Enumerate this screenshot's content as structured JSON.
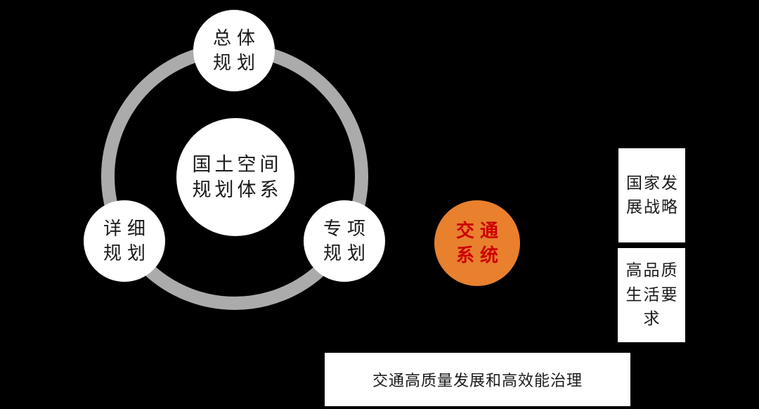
{
  "canvas": {
    "background_color": "#000000"
  },
  "diagram": {
    "planning_ring": {
      "ring_color": "#ABABAB",
      "center_node": {
        "label": "国土空间规划体系"
      },
      "satellites": [
        {
          "id": "master-plan",
          "label": "总体规划"
        },
        {
          "id": "detailed-plan",
          "label": "详细规划"
        },
        {
          "id": "special-plan",
          "label": "专项规划"
        }
      ]
    },
    "transport_node": {
      "label": "交通系统",
      "fill_color": "#E8802E",
      "text_color": "#CC0000"
    },
    "right_boxes": [
      {
        "id": "national-strategy",
        "label": "国家发展战略"
      },
      {
        "id": "quality-life-demand",
        "label": "高品质生活要求"
      }
    ],
    "bottom_box": {
      "label": "交通高质量发展和高效能治理"
    }
  }
}
